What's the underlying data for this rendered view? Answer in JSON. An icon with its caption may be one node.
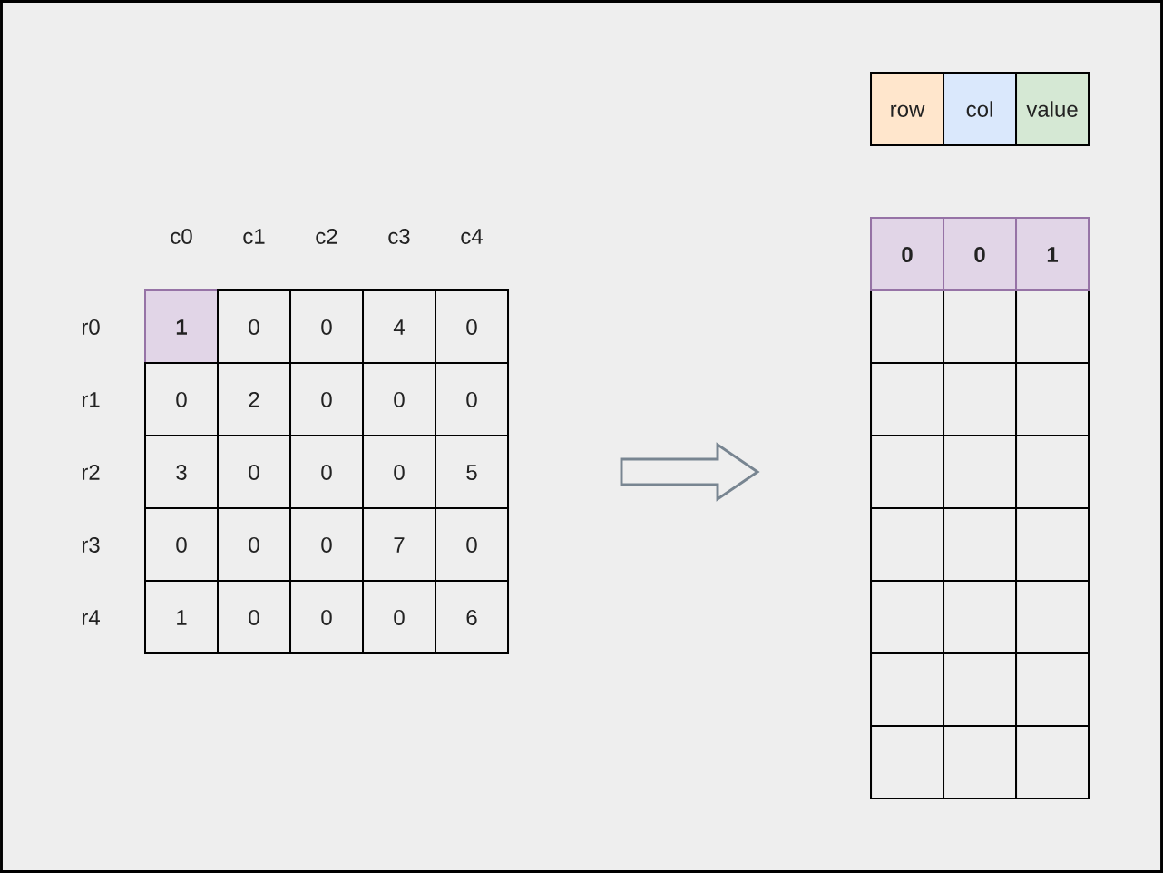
{
  "diagram": {
    "nodes": [
      {
        "text": [],
        "shape": "table"
      },
      {
        "text": [],
        "shape": "table"
      }
    ],
    "edges": [
      {
        "from": 0,
        "to": 1,
        "arrow": "to"
      }
    ],
    "labels": [
      "row",
      "col",
      "value",
      "c0",
      "c1",
      "c2",
      "c3",
      "c4",
      "r0",
      "1",
      "0",
      "0",
      "4",
      "0",
      "r1",
      "0",
      "2",
      "0",
      "0",
      "0",
      "r2",
      "3",
      "0",
      "0",
      "0",
      "5",
      "r3",
      "0",
      "0",
      "0",
      "7",
      "0",
      "r4",
      "1",
      "0",
      "0",
      "0",
      "6",
      "0",
      "0",
      "1"
    ]
  }
}
